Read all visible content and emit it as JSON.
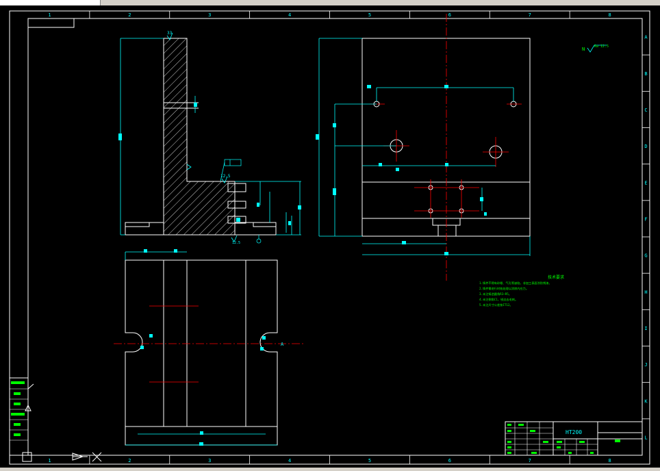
{
  "window": {
    "tab_label": ""
  },
  "frame": {
    "columns": [
      "1",
      "2",
      "3",
      "4",
      "5",
      "6",
      "7",
      "8"
    ],
    "rows": [
      "A",
      "B",
      "C",
      "D",
      "E",
      "F",
      "G",
      "H",
      "I",
      "J",
      "K",
      "L"
    ]
  },
  "title_block": {
    "material": "HT200"
  },
  "notes": {
    "heading": "技术要求",
    "lines": [
      "1.铸件不得有砂眼、气孔等缺陷，非加工表面涂防锈漆。",
      "2.铸件需进行时效处理以消除内应力。",
      "3.未注铸造圆角R3~R5。",
      "4.未注倒角C1，锐边去毛刺。",
      "5.未注尺寸公差按IT12。"
    ]
  },
  "roughness_note": "Ra 12.5",
  "section_mark": "A",
  "colors": {
    "frame": "#ffffff",
    "text": "#00ff00",
    "dimension": "#00ffff",
    "center": "#ff0000",
    "hatch": "#ffffff",
    "background": "#000000"
  },
  "icons": {
    "ucs": "ucs-icon",
    "triangle": "triangle-marker-icon",
    "cross": "cross-icon"
  }
}
